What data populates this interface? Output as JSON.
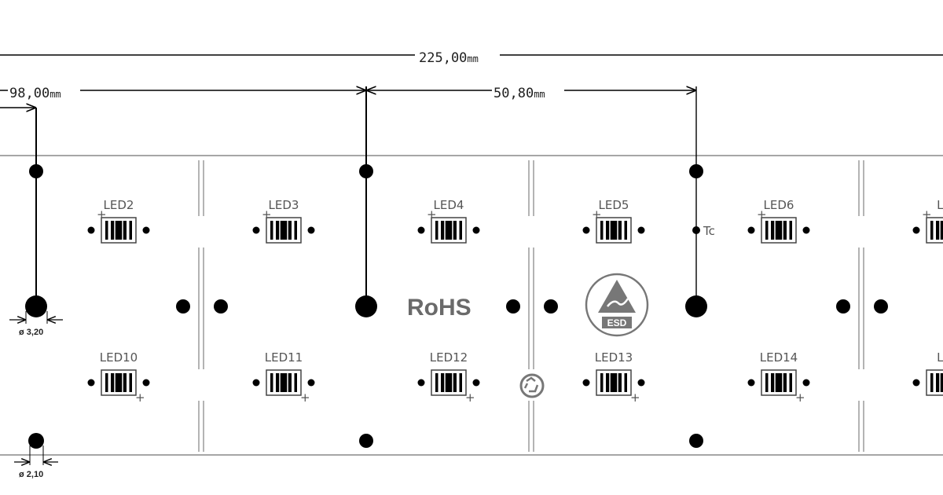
{
  "dimensions": {
    "overall": {
      "value": "225,00",
      "unit": "mm"
    },
    "left": {
      "value": "98,00",
      "unit": "mm"
    },
    "pitch": {
      "value": "50,80",
      "unit": "mm"
    }
  },
  "holes": {
    "large": {
      "label": "ø 3,20"
    },
    "small": {
      "label": "ø 2,10"
    }
  },
  "leds_top": [
    "LED2",
    "LED3",
    "LED4",
    "LED5",
    "LED6",
    "LE"
  ],
  "leds_bottom": [
    "LED10",
    "LED11",
    "LED12",
    "LED13",
    "LED14",
    "LE"
  ],
  "markings": {
    "rohs": "RoHS",
    "esd": "ESD",
    "tc": "Tc"
  },
  "colors": {
    "ink": "#000000",
    "outline": "#888888",
    "label_grey": "#555555"
  }
}
